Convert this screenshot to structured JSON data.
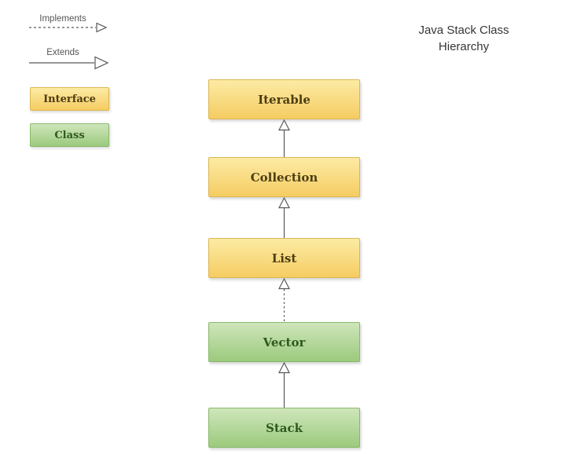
{
  "title": {
    "line1": "Java Stack Class",
    "line2": "Hierarchy"
  },
  "legend": {
    "implements_label": "Implements",
    "extends_label": "Extends",
    "interface_label": "Interface",
    "class_label": "Class"
  },
  "nodes": [
    {
      "label": "Iterable",
      "type": "interface"
    },
    {
      "label": "Collection",
      "type": "interface"
    },
    {
      "label": "List",
      "type": "interface"
    },
    {
      "label": "Vector",
      "type": "class"
    },
    {
      "label": "Stack",
      "type": "class"
    }
  ],
  "edges": [
    {
      "from": "Collection",
      "to": "Iterable",
      "relation": "extends",
      "style": "solid"
    },
    {
      "from": "List",
      "to": "Collection",
      "relation": "extends",
      "style": "solid"
    },
    {
      "from": "Vector",
      "to": "List",
      "relation": "implements",
      "style": "dashed"
    },
    {
      "from": "Stack",
      "to": "Vector",
      "relation": "extends",
      "style": "solid"
    }
  ],
  "colors": {
    "background": "#ffffff",
    "interface_gradient_top": "#FCEBA4",
    "interface_gradient_bottom": "#F5CC62",
    "interface_border": "#DBB650",
    "interface_text": "#4C3D12",
    "class_gradient_top": "#CFE6BB",
    "class_gradient_bottom": "#9BCA7D",
    "class_border": "#89B96B",
    "class_text": "#2E5A20",
    "arrow_stroke": "#595959",
    "arrowhead_fill": "#ffffff",
    "legend_text": "#555555",
    "title_text": "#363636"
  }
}
